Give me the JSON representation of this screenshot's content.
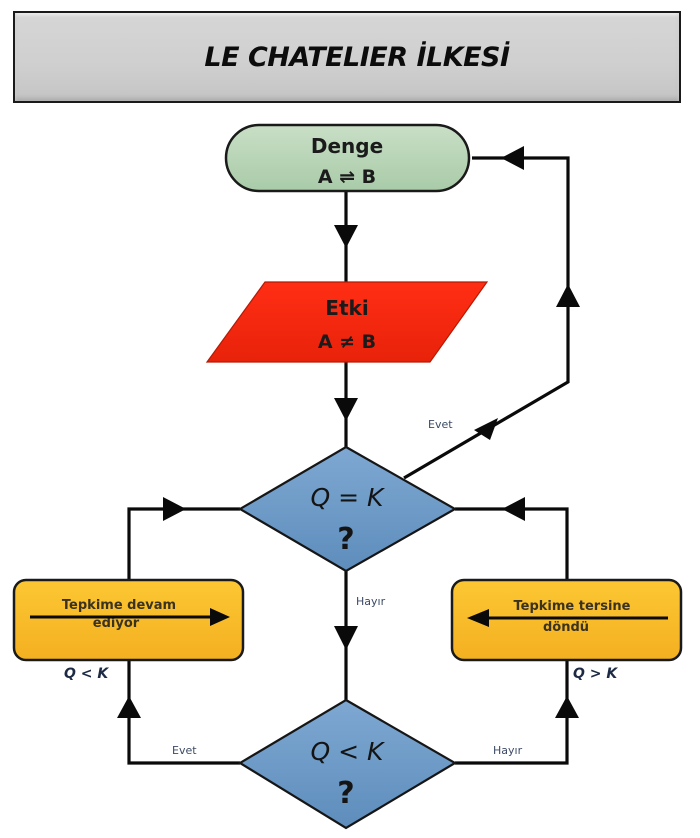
{
  "title": "LE CHATELIER İLKESİ",
  "colors": {
    "title_bg": "#d0d0d0",
    "start_node": "#b5d3b5",
    "effect_node": "#ff2a10",
    "decision_node": "#6f9cc8",
    "process_node": "#fbbf2c",
    "line": "#0a0a0a"
  },
  "nodes": {
    "equilibrium": {
      "shape": "terminator",
      "title": "Denge",
      "expression": "A ⇌ B"
    },
    "effect": {
      "shape": "parallelogram",
      "title": "Etki",
      "expression": "A ≠ B"
    },
    "decision_q_equals_k": {
      "shape": "diamond",
      "condition": "Q = K",
      "mark": "?"
    },
    "decision_q_less_k": {
      "shape": "diamond",
      "condition": "Q < K",
      "mark": "?"
    },
    "reaction_forward": {
      "shape": "rounded-rect",
      "line1": "Tepkime devam",
      "line2": "ediyor",
      "inequality": "Q < K",
      "arrow_direction": "right"
    },
    "reaction_reverse": {
      "shape": "rounded-rect",
      "line1": "Tepkime tersine",
      "line2": "döndü",
      "inequality": "Q > K",
      "arrow_direction": "left"
    }
  },
  "edges": [
    {
      "from": "equilibrium",
      "to": "effect",
      "label": ""
    },
    {
      "from": "effect",
      "to": "decision_q_equals_k",
      "label": ""
    },
    {
      "from": "decision_q_equals_k",
      "to": "equilibrium",
      "label": "Evet"
    },
    {
      "from": "decision_q_equals_k",
      "to": "decision_q_less_k",
      "label": "Hayır"
    },
    {
      "from": "decision_q_less_k",
      "to": "reaction_forward",
      "label": "Evet"
    },
    {
      "from": "decision_q_less_k",
      "to": "reaction_reverse",
      "label": "Hayır"
    },
    {
      "from": "reaction_forward",
      "to": "decision_q_equals_k",
      "label": ""
    },
    {
      "from": "reaction_reverse",
      "to": "decision_q_equals_k",
      "label": ""
    }
  ],
  "edge_labels": {
    "qk_yes": "Evet",
    "qk_no": "Hayır",
    "qlk_yes": "Evet",
    "qlk_no": "Hayır"
  }
}
